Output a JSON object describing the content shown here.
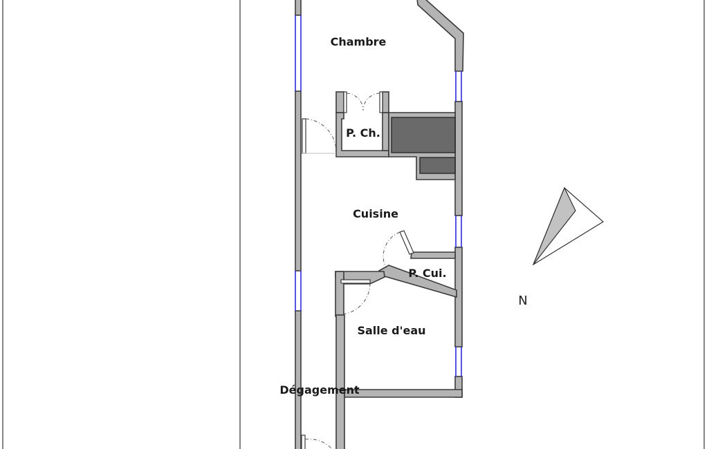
{
  "rooms": {
    "chambre": "Chambre",
    "placard_chambre": "P. Ch.",
    "cuisine": "Cuisine",
    "placard_cuisine": "P. Cui.",
    "salle_eau": "Salle d'eau",
    "degagement": "Dégagement"
  },
  "compass": {
    "label": "N",
    "icon": "north-arrow-icon"
  },
  "colors": {
    "wall_fill": "#b4b4b4",
    "window": "#2a2ae0",
    "furniture": "#6a6a6a",
    "background": "#ffffff"
  }
}
